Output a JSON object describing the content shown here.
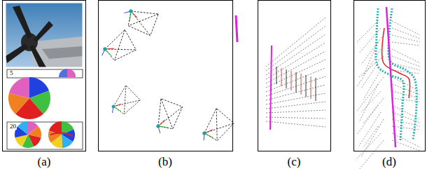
{
  "diagram": {
    "labels": [
      "5",
      "20",
      "(a)",
      "(b)",
      "(c)",
      "(d)"
    ]
  }
}
